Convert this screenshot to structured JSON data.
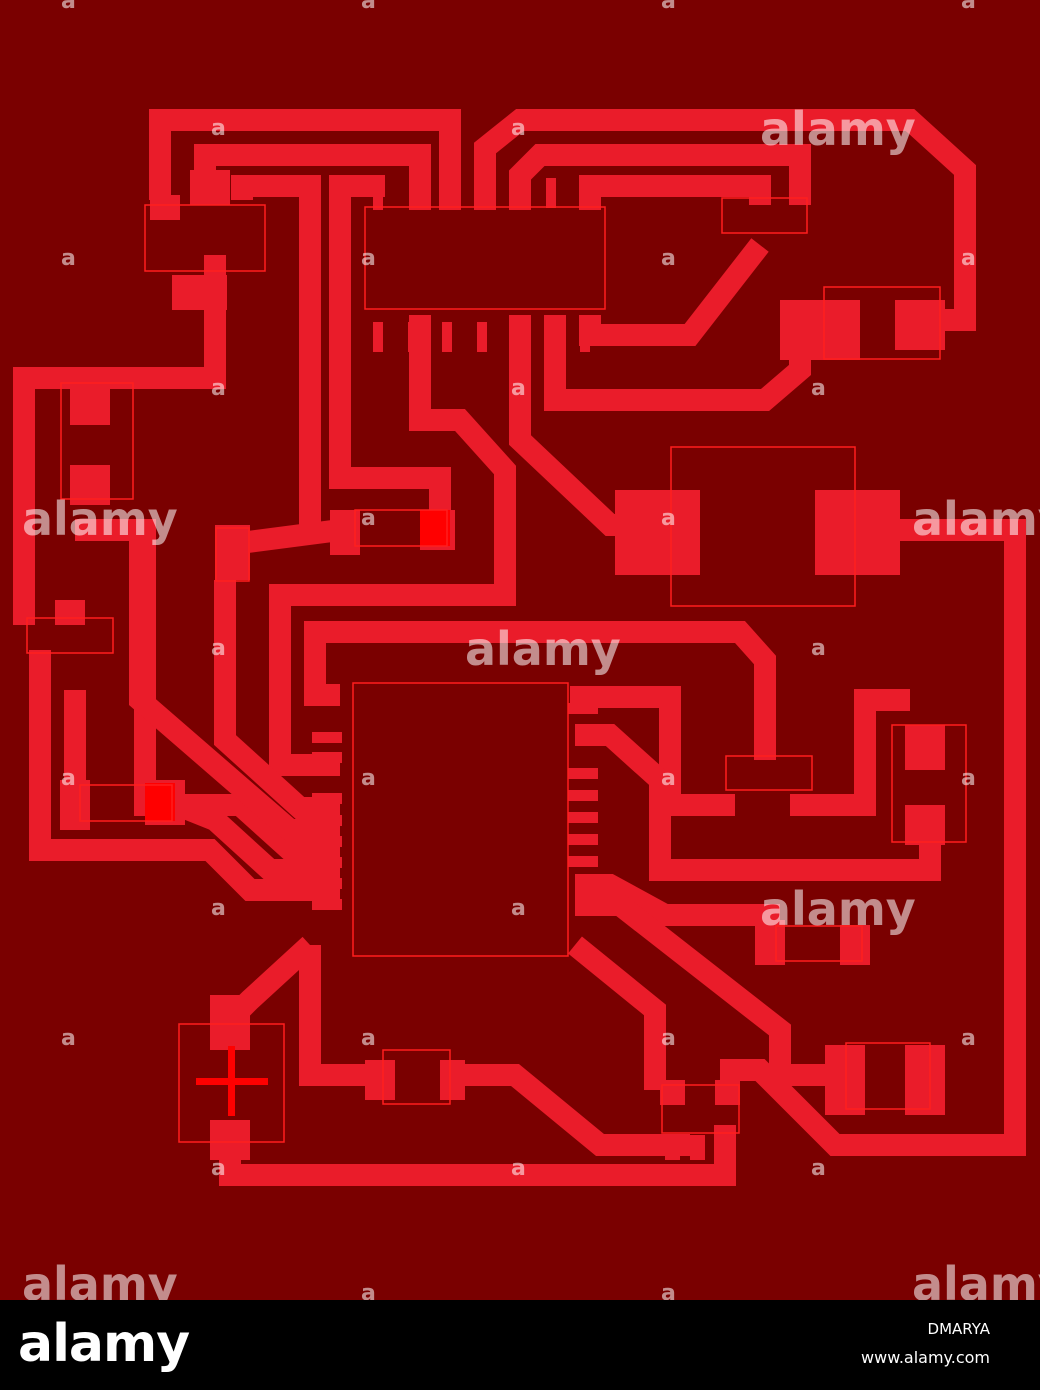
{
  "colors": {
    "background": "#7a0000",
    "trace": "#ea1c2a",
    "outline": "#ff1e1e",
    "pad_bright": "#ff0000",
    "footer": "#000000",
    "watermark": "#ffffff"
  },
  "watermark": {
    "text": "alamy",
    "small_mark": "a"
  },
  "footer": {
    "logo": "alamy",
    "image_id": "DMARYA",
    "url": "www.alamy.com"
  }
}
